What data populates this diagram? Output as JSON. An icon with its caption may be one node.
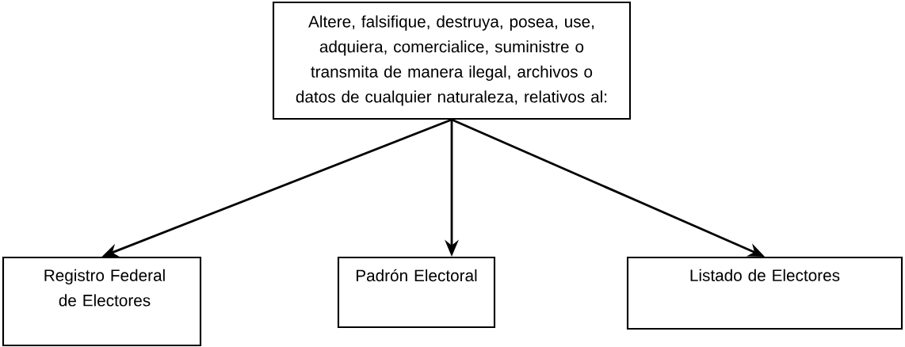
{
  "diagram": {
    "nodes": [
      {
        "text": [
          "Altere, falsifique, destruya, posea, use, adquiera, comercialice, suministre o transmita de manera ilegal, archivos o datos de cualquier naturaleza, relativos al:"
        ]
      },
      {
        "text": [
          "Registro Federal de Electores"
        ]
      },
      {
        "text": [
          "Padrón Electoral"
        ]
      },
      {
        "text": [
          "Listado de Electores"
        ]
      }
    ],
    "edges": [
      {
        "from": 0,
        "to": 1,
        "arrow": "to"
      },
      {
        "from": 0,
        "to": 2,
        "arrow": "to"
      },
      {
        "from": 0,
        "to": 3,
        "arrow": "to"
      }
    ]
  }
}
